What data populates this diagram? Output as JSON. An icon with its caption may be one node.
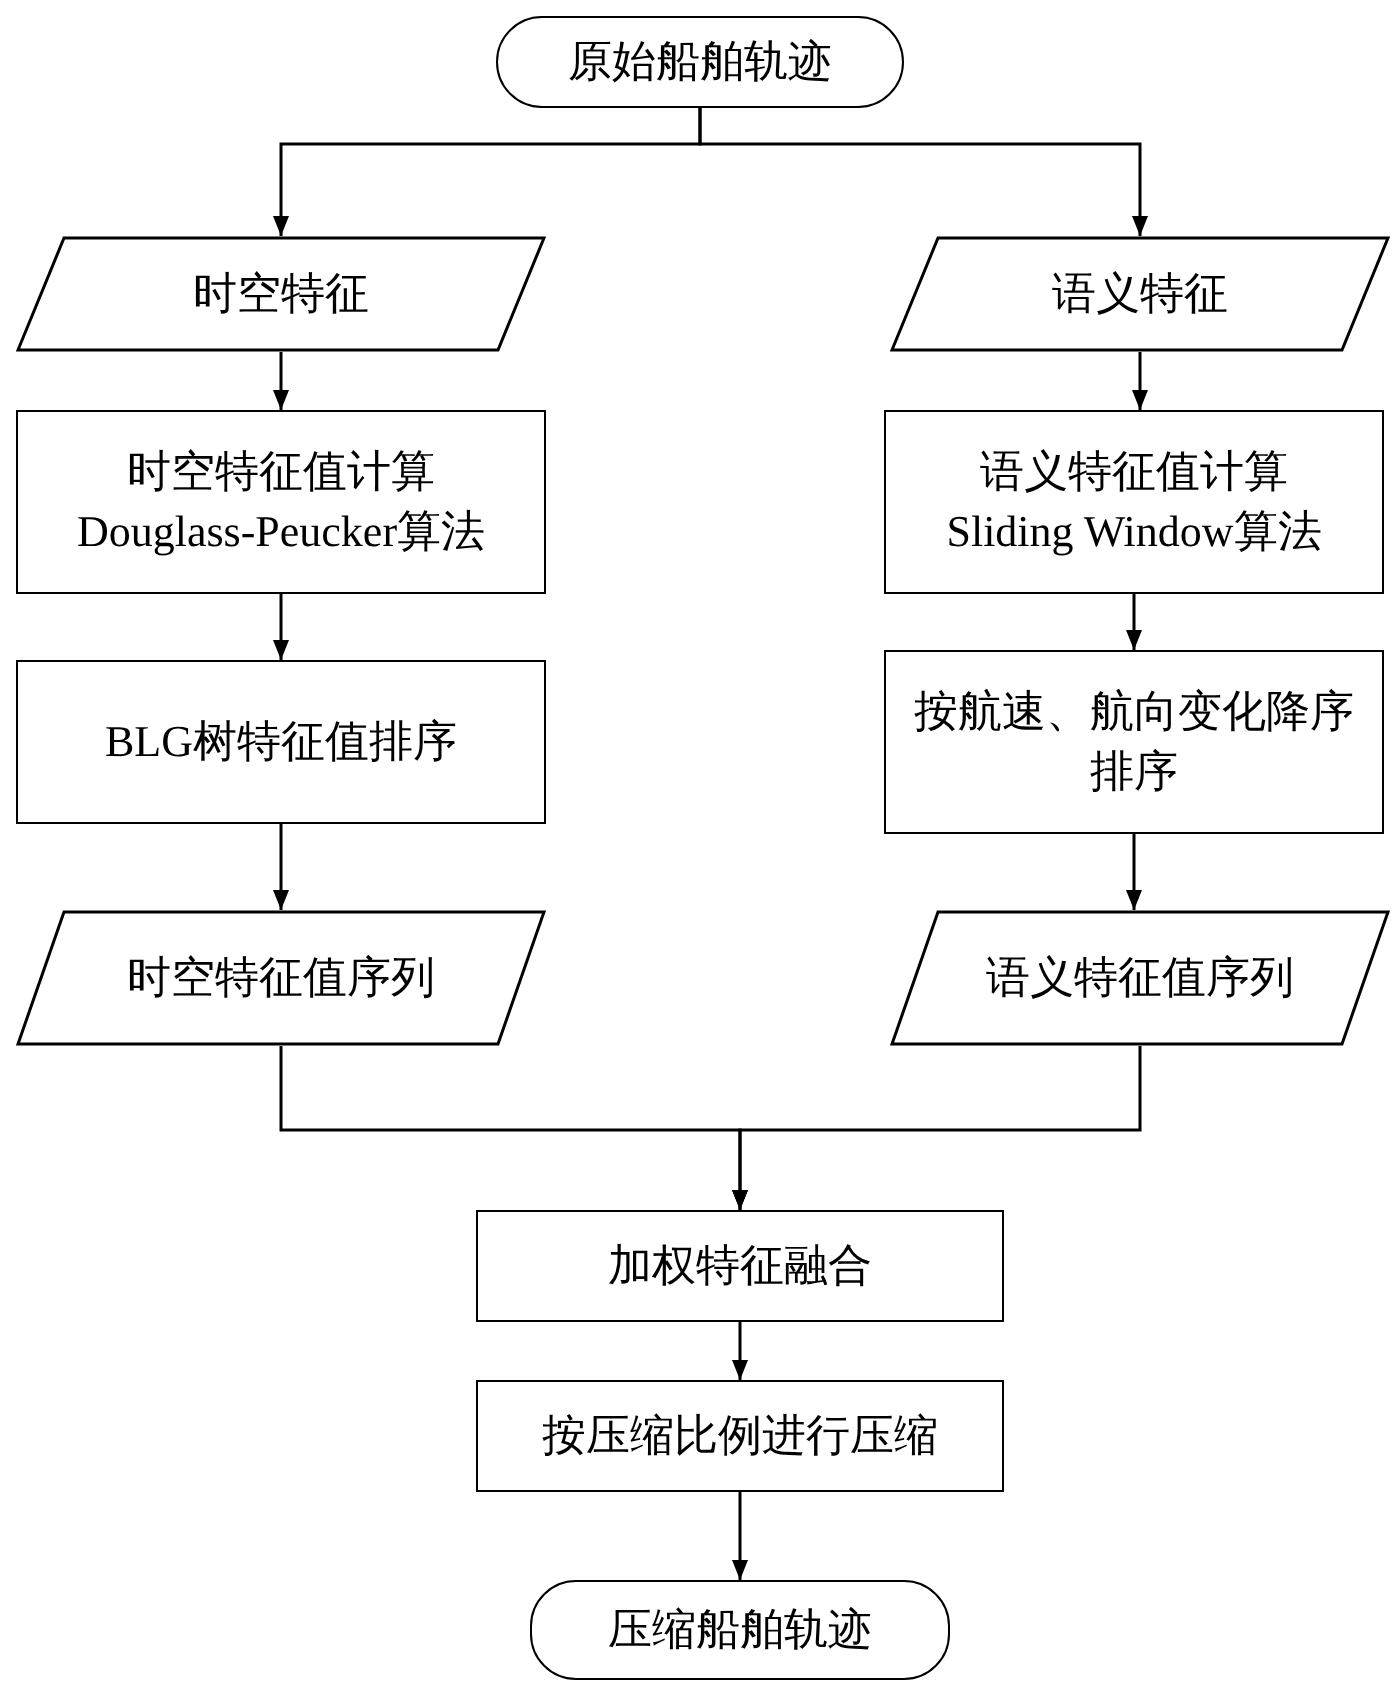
{
  "diagram": {
    "nodes": [
      {
        "text": [
          "原始船舶轨迹"
        ]
      },
      {
        "text": [
          "时空特征"
        ]
      },
      {
        "text": [
          "语义特征"
        ]
      },
      {
        "text": [
          "时空特征值计算",
          "Douglass-Peucker算法"
        ]
      },
      {
        "text": [
          "语义特征值计算",
          "Sliding Window算法"
        ]
      },
      {
        "text": [
          "BLG树特征值排序"
        ]
      },
      {
        "text": [
          "按航速、航向变化降序排序"
        ]
      },
      {
        "text": [
          "时空特征值序列"
        ]
      },
      {
        "text": [
          "语义特征值序列"
        ]
      },
      {
        "text": [
          "加权特征融合"
        ]
      },
      {
        "text": [
          "按压缩比例进行压缩"
        ]
      },
      {
        "text": [
          "压缩船舶轨迹"
        ]
      }
    ],
    "edges": [
      {
        "from": 0,
        "to": 1,
        "arrow": "to"
      },
      {
        "from": 0,
        "to": 2,
        "arrow": "to"
      },
      {
        "from": 1,
        "to": 3,
        "arrow": "to"
      },
      {
        "from": 3,
        "to": 5,
        "arrow": "to"
      },
      {
        "from": 5,
        "to": 7,
        "arrow": "to"
      },
      {
        "from": 2,
        "to": 4,
        "arrow": "to"
      },
      {
        "from": 4,
        "to": 6,
        "arrow": "to"
      },
      {
        "from": 6,
        "to": 8,
        "arrow": "to"
      },
      {
        "from": 7,
        "to": 9,
        "arrow": "to"
      },
      {
        "from": 8,
        "to": 9,
        "arrow": "to"
      },
      {
        "from": 9,
        "to": 10,
        "arrow": "to"
      },
      {
        "from": 10,
        "to": 11,
        "arrow": "to"
      }
    ]
  }
}
